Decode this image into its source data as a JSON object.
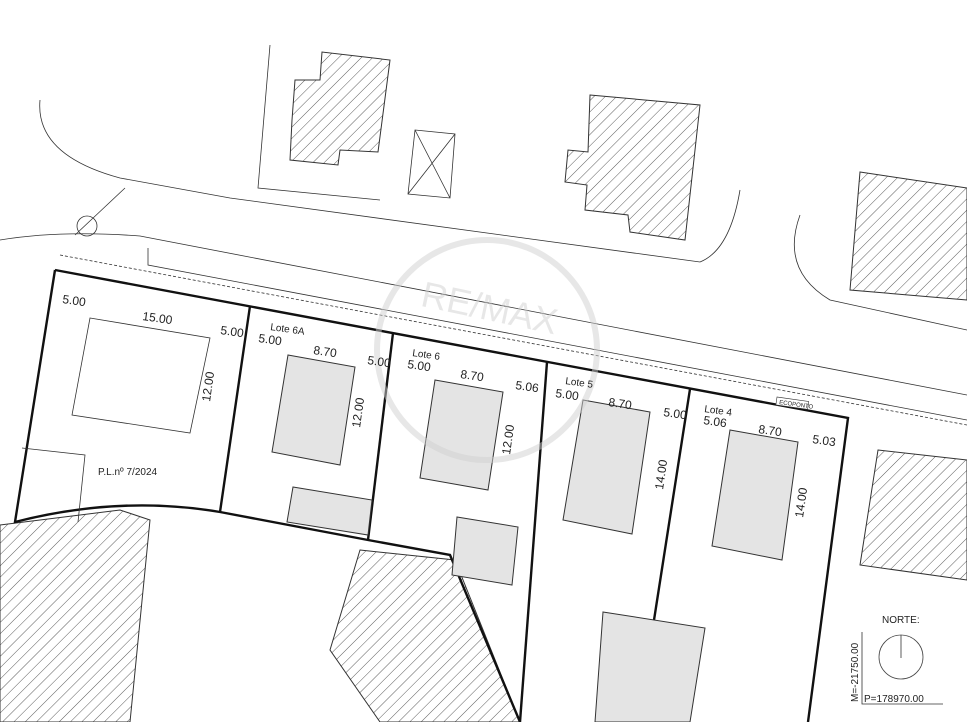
{
  "lots": [
    {
      "name": "",
      "dims": [
        "5.00",
        "15.00",
        "5.00",
        "12.00"
      ],
      "note": "P.L.nº 7/2024"
    },
    {
      "name": "Lote 6A",
      "dims": [
        "5.00",
        "8.70",
        "5.00",
        "12.00"
      ]
    },
    {
      "name": "Lote 6",
      "dims": [
        "5.00",
        "8.70",
        "5.06",
        "12.00"
      ]
    },
    {
      "name": "Lote 5",
      "dims": [
        "5.00",
        "8.70",
        "5.00",
        "14.00"
      ]
    },
    {
      "name": "Lote 4",
      "dims": [
        "5.06",
        "8.70",
        "5.03",
        "14.00"
      ]
    }
  ],
  "ecoponto": "ECOPONTO",
  "watermark": "RE/MAX",
  "north": {
    "label": "NORTE:",
    "m": "M=-21750.00",
    "p": "P=178970.00"
  },
  "colors": {
    "line": "#111111",
    "house_fill": "#e4e4e4",
    "watermark": "#d0d0d0"
  }
}
